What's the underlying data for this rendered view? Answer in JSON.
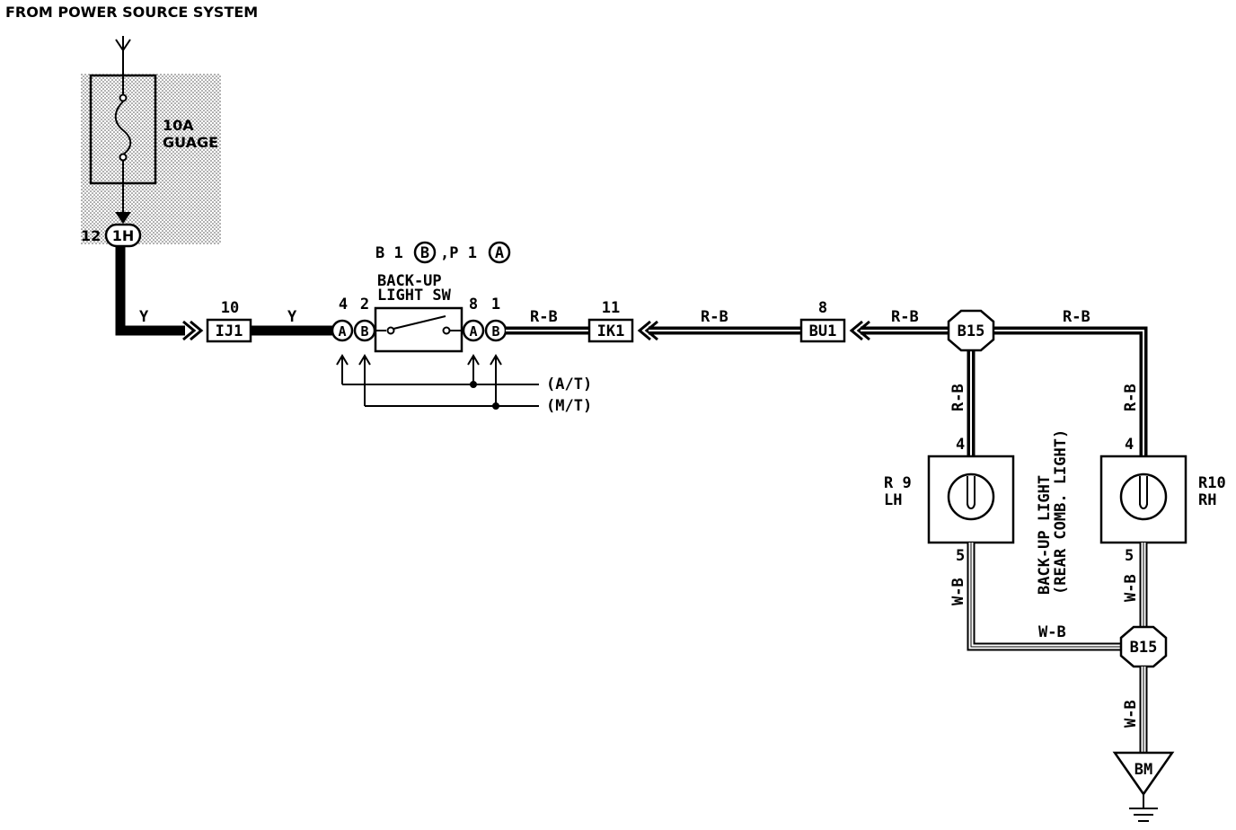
{
  "header": {
    "title": "FROM POWER SOURCE SYSTEM"
  },
  "fuse": {
    "rating": "10A",
    "name": "GUAGE"
  },
  "connector_1h": {
    "pin": "12",
    "label": "1H"
  },
  "junction_ij1": {
    "pin": "10",
    "label": "IJ1"
  },
  "wires": {
    "y_left": "Y",
    "y_right": "Y",
    "rb_1": "R-B",
    "rb_2": "R-B",
    "rb_3": "R-B",
    "rb_top_right": "R-B",
    "rb_lh_vertical": "R-B",
    "rb_rh_vertical": "R-B",
    "wb_lh_vertical": "W-B",
    "wb_rh_vertical": "W-B",
    "wb_horizontal": "W-B",
    "wb_ground": "W-B"
  },
  "switch": {
    "title_line1": "BACK-UP",
    "title_line2": "LIGHT SW",
    "ref_prefix_b": "B 1",
    "ref_circle_b": "B",
    "ref_prefix_p": ",P 1",
    "ref_circle_a": "A",
    "pin_a_left": "4",
    "pin_b_left": "2",
    "pin_a_right": "8",
    "pin_b_right": "1",
    "conn_a": "A",
    "conn_b": "B"
  },
  "variants": {
    "at": "(A/T)",
    "mt": "(M/T)"
  },
  "junction_ik1": {
    "pin": "11",
    "label": "IK1"
  },
  "junction_bu1": {
    "pin": "8",
    "label": "BU1"
  },
  "splice_top": {
    "label": "B15"
  },
  "splice_bottom": {
    "label": "B15"
  },
  "lamp_lh": {
    "ref": "R 9",
    "side": "LH",
    "pin_top": "4",
    "pin_bottom": "5"
  },
  "lamp_rh": {
    "ref": "R10",
    "side": "RH",
    "pin_top": "4",
    "pin_bottom": "5"
  },
  "lamp_caption": {
    "line1": "BACK-UP LIGHT",
    "line2": "(REAR COMB. LIGHT)"
  },
  "ground": {
    "label": "BM"
  }
}
